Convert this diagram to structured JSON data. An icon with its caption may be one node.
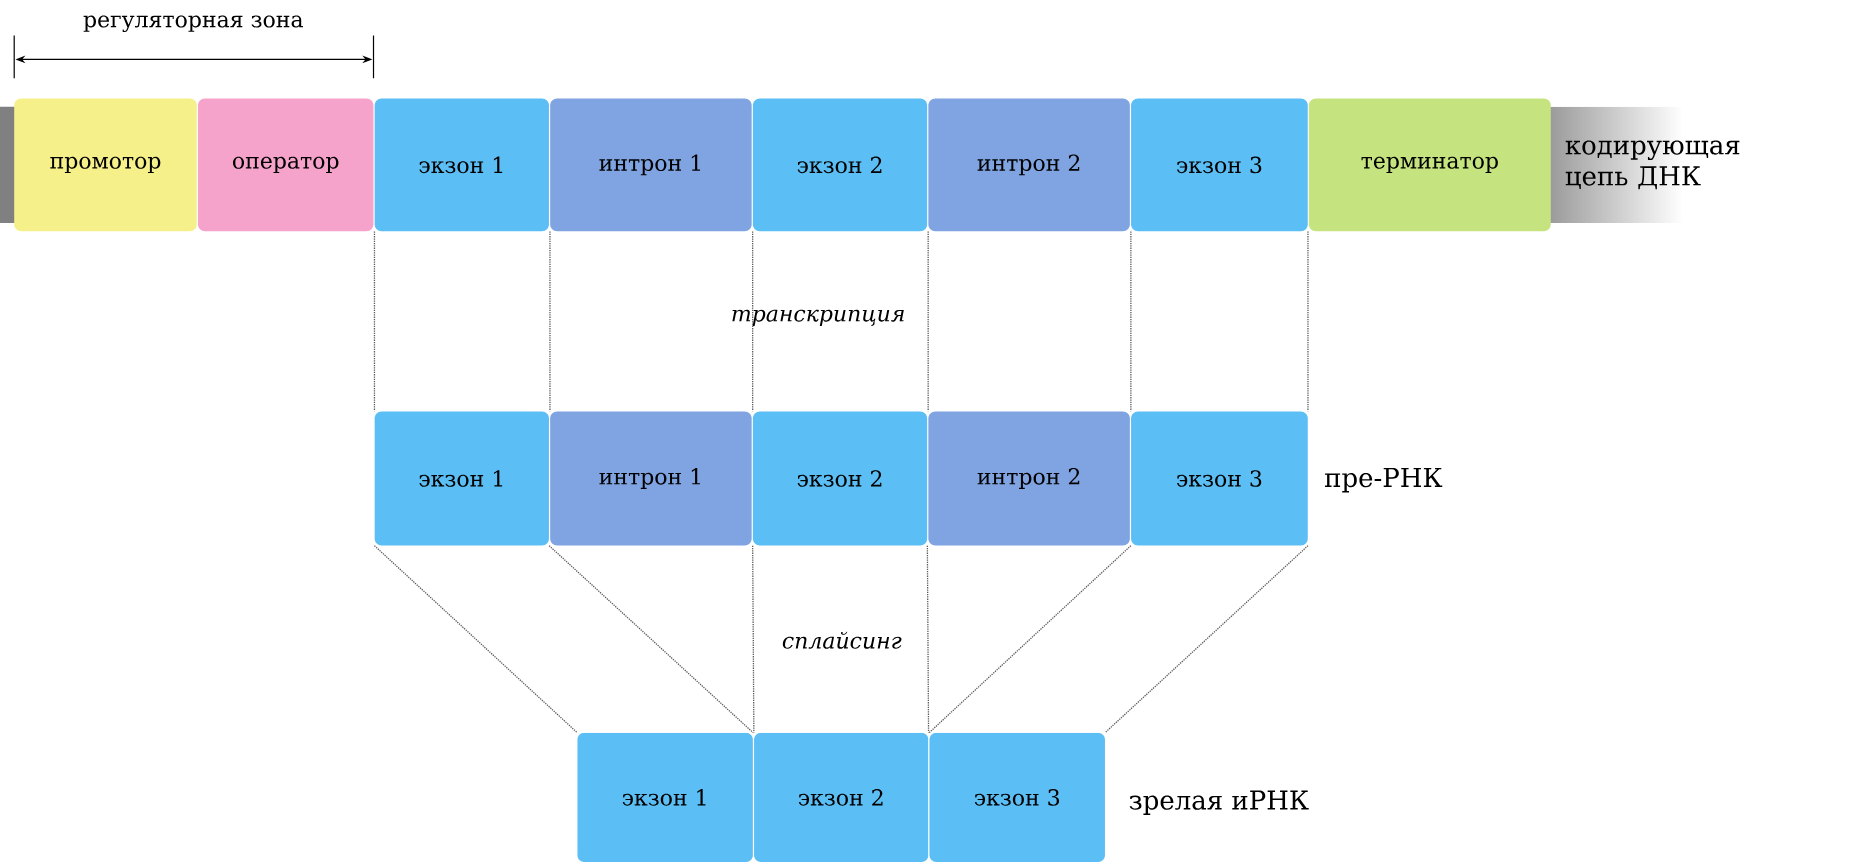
{
  "diagram": {
    "nodes": [
      {
        "text": [
          "промотор"
        ]
      },
      {
        "text": [
          "оператор"
        ]
      },
      {
        "text": [
          "экзон 1"
        ]
      },
      {
        "text": [
          "интрон 1"
        ]
      },
      {
        "text": [
          "экзон 2"
        ]
      },
      {
        "text": [
          "интрон 2"
        ]
      },
      {
        "text": [
          "экзон 3"
        ]
      },
      {
        "text": [
          "терминатор"
        ]
      },
      {
        "text": [
          "экзон 1"
        ]
      },
      {
        "text": [
          "интрон 1"
        ]
      },
      {
        "text": [
          "экзон 2"
        ]
      },
      {
        "text": [
          "интрон 2"
        ]
      },
      {
        "text": [
          "экзон 3"
        ]
      },
      {
        "text": [
          "экзон 1"
        ]
      },
      {
        "text": [
          "экзон 2"
        ]
      },
      {
        "text": [
          "экзон 3"
        ]
      }
    ],
    "edges": [
      {
        "from": 2,
        "to": 8,
        "arrow": "none",
        "style": "dashed"
      },
      {
        "from": 3,
        "to": 9,
        "arrow": "none",
        "style": "dashed"
      },
      {
        "from": 4,
        "to": 10,
        "arrow": "none",
        "style": "dashed"
      },
      {
        "from": 5,
        "to": 11,
        "arrow": "none",
        "style": "dashed"
      },
      {
        "from": 6,
        "to": 12,
        "arrow": "none",
        "style": "dashed"
      },
      {
        "from": 6,
        "to": 12,
        "arrow": "none",
        "style": "dashed"
      },
      {
        "from": 8,
        "to": 13,
        "arrow": "none",
        "style": "dashed"
      },
      {
        "from": 8,
        "to": 13,
        "arrow": "none",
        "style": "dashed"
      },
      {
        "from": 10,
        "to": 14,
        "arrow": "none",
        "style": "dashed"
      },
      {
        "from": 10,
        "to": 14,
        "arrow": "none",
        "style": "dashed"
      },
      {
        "from": 12,
        "to": 15,
        "arrow": "none",
        "style": "dashed"
      },
      {
        "from": 12,
        "to": 15,
        "arrow": "none",
        "style": "dashed"
      }
    ],
    "labels": [
      "регуляторная зона",
      "кодирующая цепь ДНК",
      "транскрипция",
      "пре-РНК",
      "сплайсинг",
      "зрелая иРНК"
    ]
  }
}
